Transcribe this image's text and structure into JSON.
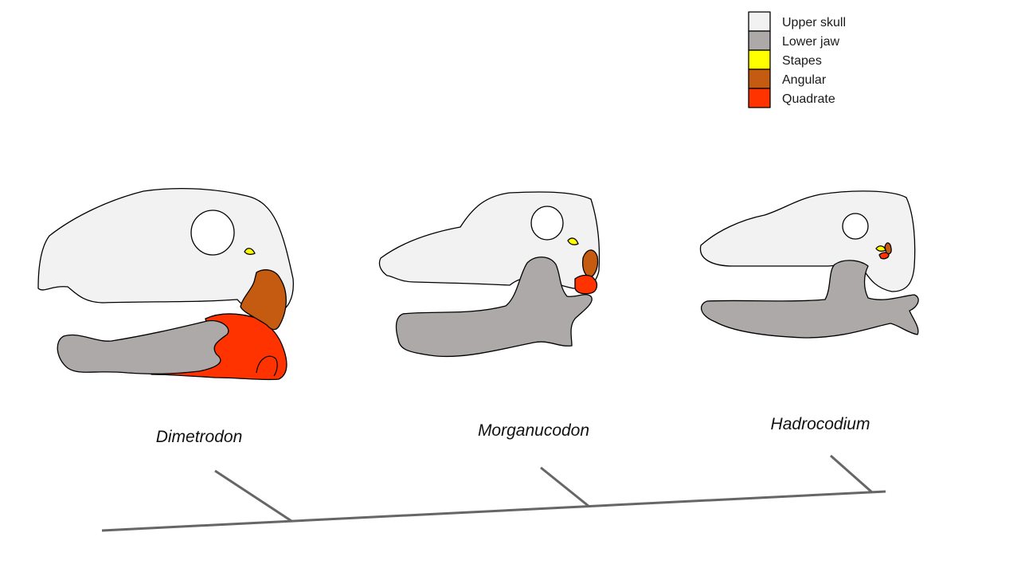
{
  "legend": {
    "items": [
      {
        "label": "Upper skull",
        "color": "#f2f2f2"
      },
      {
        "label": "Lower jaw",
        "color": "#ada9a8"
      },
      {
        "label": "Stapes",
        "color": "#ffff00"
      },
      {
        "label": "Angular",
        "color": "#c55a11"
      },
      {
        "label": "Quadrate",
        "color": "#ff3300"
      }
    ]
  },
  "species": {
    "dimetrodon": "Dimetrodon",
    "morganucodon": "Morganucodon",
    "hadrocodium": "Hadrocodium"
  }
}
